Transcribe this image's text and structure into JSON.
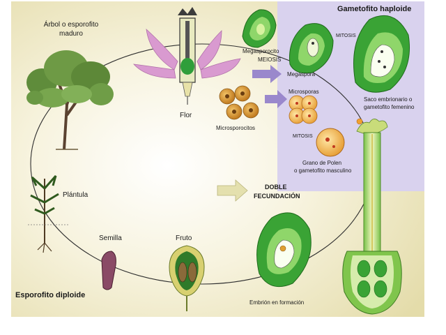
{
  "diagram": {
    "title_haploid": "Gametofito haploide",
    "title_diploid": "Esporofito diploide",
    "labels": {
      "tree_line1": "Árbol o esporofito",
      "tree_line2": "maduro",
      "flower": "Flor",
      "megasporocyte": "Megasporocito",
      "meiosis": "MEIOSIS",
      "megaspore": "Megaspora",
      "mitosis_top": "MITOSIS",
      "embryo_sac_line1": "Saco embrionario o",
      "embryo_sac_line2": "gametofito femenino",
      "microsporocytes": "Microsporocitos",
      "microspores": "Microsporas",
      "mitosis_mid": "MITOSIS",
      "pollen_line1": "Grano de Polen",
      "pollen_line2": "o gametofito masculino",
      "double_fert_line1": "DOBLE",
      "double_fert_line2": "FECUNDACIÓN",
      "seedling": "Plántula",
      "seed": "Semilla",
      "fruit": "Fruto",
      "embryo_forming": "Embrión en formación"
    },
    "colors": {
      "haploid_bg": "#d9d2ee",
      "diploid_bg": "#ece5b9",
      "leaf_green": "#3aa335",
      "arrow_purple": "#9a88cc"
    }
  }
}
